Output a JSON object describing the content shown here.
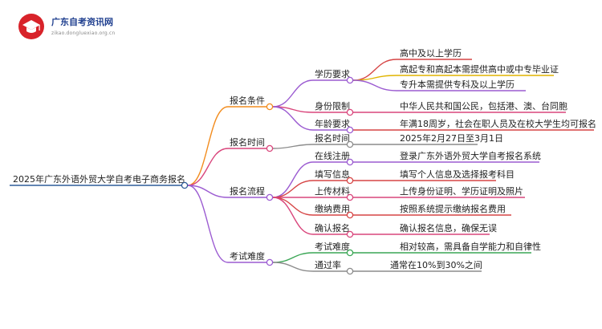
{
  "logo": {
    "title": "广东自考资讯网",
    "subtitle": "zikao.dongluexiao.org.cn"
  },
  "root": "2025年广东外语外贸大学自考电子商务报名",
  "colors": {
    "root": "#2f5d9a",
    "orange": "#f28c1e",
    "pink": "#d9467c",
    "purple": "#9b5bd1",
    "red": "#d64545",
    "green": "#3aa655",
    "yellow": "#e0b400",
    "gray": "#8c8c8c"
  },
  "branches": [
    {
      "label": "报名条件",
      "children": [
        {
          "label": "学历要求",
          "leaves": [
            "高中及以上学历",
            "高起专和高起本需提供高中或中专毕业证",
            "专升本需提供专科及以上学历"
          ]
        },
        {
          "label": "身份限制",
          "leaves": [
            "中华人民共和国公民，包括港、澳、台同胞"
          ]
        },
        {
          "label": "年龄要求",
          "leaves": [
            "年满18周岁，社会在职人员及在校大学生均可报名"
          ]
        }
      ]
    },
    {
      "label": "报名时间",
      "children": [
        {
          "label": "报名时间",
          "leaves": [
            "2025年2月27日至3月1日"
          ]
        }
      ]
    },
    {
      "label": "报名流程",
      "children": [
        {
          "label": "在线注册",
          "leaves": [
            "登录广东外语外贸大学自考报名系统"
          ]
        },
        {
          "label": "填写信息",
          "leaves": [
            "填写个人信息及选择报考科目"
          ]
        },
        {
          "label": "上传材料",
          "leaves": [
            "上传身份证明、学历证明及照片"
          ]
        },
        {
          "label": "缴纳费用",
          "leaves": [
            "按照系统提示缴纳报名费用"
          ]
        },
        {
          "label": "确认报名",
          "leaves": [
            "确认报名信息，确保无误"
          ]
        }
      ]
    },
    {
      "label": "考试难度",
      "children": [
        {
          "label": "考试难度",
          "leaves": [
            "相对较高，需具备自学能力和自律性"
          ]
        },
        {
          "label": "通过率",
          "leaves": [
            "通常在10%到30%之间"
          ]
        }
      ]
    }
  ]
}
